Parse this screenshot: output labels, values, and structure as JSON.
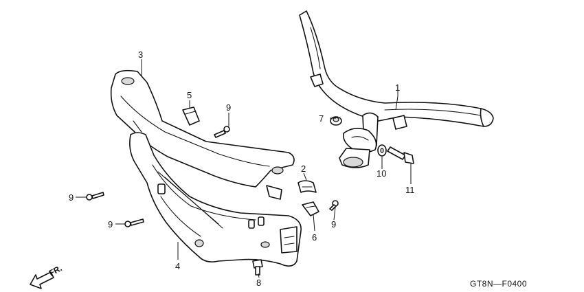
{
  "callouts": [
    {
      "id": "1",
      "label": "1"
    },
    {
      "id": "2",
      "label": "2"
    },
    {
      "id": "3",
      "label": "3"
    },
    {
      "id": "4",
      "label": "4"
    },
    {
      "id": "5",
      "label": "5"
    },
    {
      "id": "6",
      "label": "6"
    },
    {
      "id": "7",
      "label": "7"
    },
    {
      "id": "8",
      "label": "8"
    },
    {
      "id": "9a",
      "label": "9"
    },
    {
      "id": "9b",
      "label": "9"
    },
    {
      "id": "9c",
      "label": "9"
    },
    {
      "id": "9d",
      "label": "9"
    },
    {
      "id": "10",
      "label": "10"
    },
    {
      "id": "11",
      "label": "11"
    }
  ],
  "front_indicator": "FR.",
  "diagram_code": "GT8N—F0400"
}
